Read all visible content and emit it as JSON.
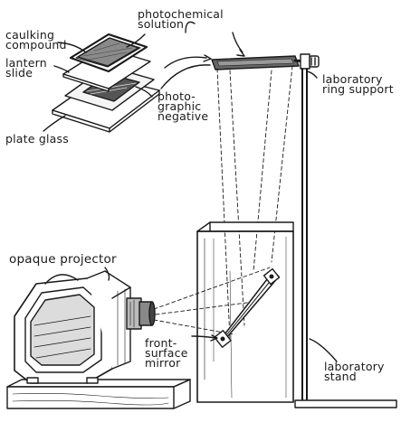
{
  "labels": {
    "photochemical_solution": "photochemical\nsolution",
    "caulking_compound": "caulking\ncompound",
    "lantern_slide": "lantern\nslide",
    "photographic_negative": "photo-\ngraphic\nnegative",
    "plate_glass": "plate glass",
    "laboratory_ring_support": "laboratory\nring support",
    "opaque_projector": "opaque projector",
    "front_surface_mirror": "front-\nsurface\nmirror",
    "laboratory_stand": "laboratory\nstand"
  },
  "colors": {
    "ink": "#1a1a1a",
    "background": "#ffffff"
  }
}
